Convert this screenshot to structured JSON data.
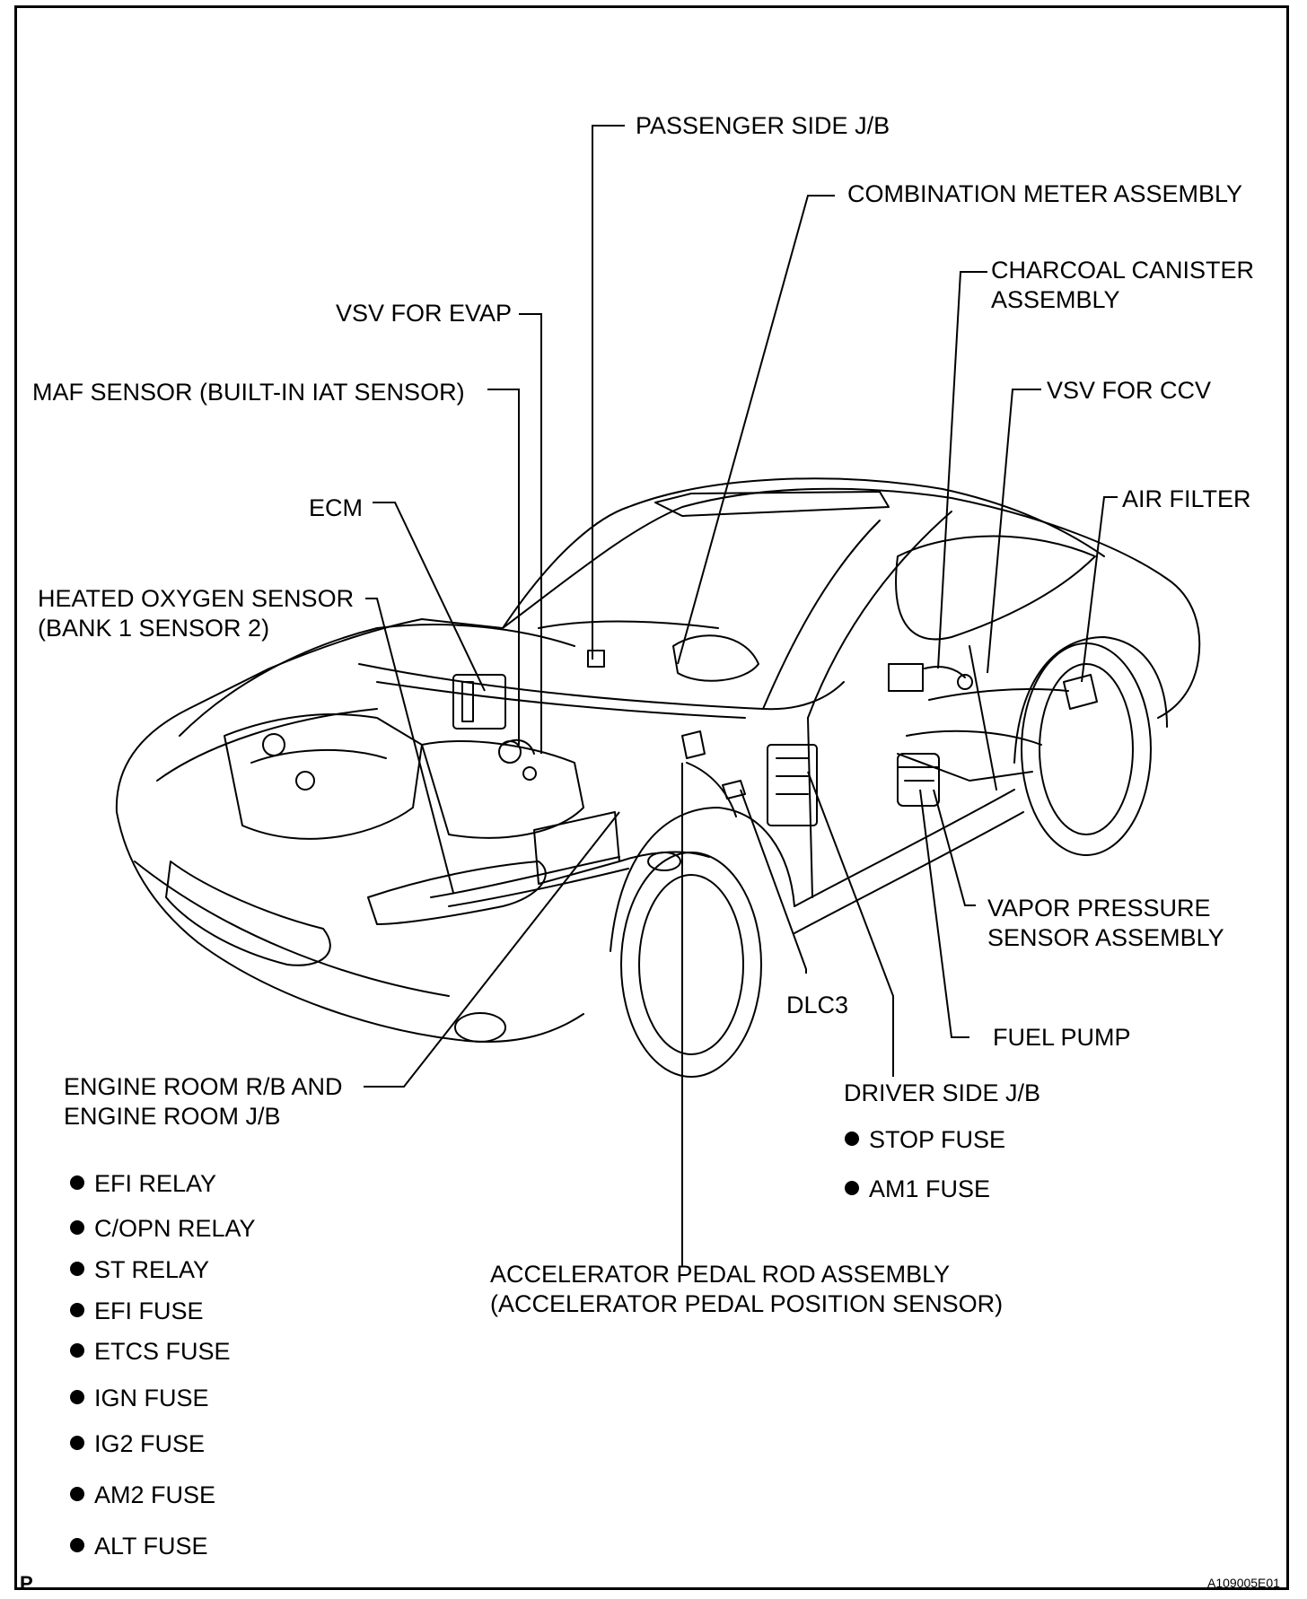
{
  "labels": {
    "passenger_jb": "PASSENGER SIDE J/B",
    "combination_meter": "COMBINATION METER ASSEMBLY",
    "charcoal_canister": [
      "CHARCOAL CANISTER",
      "ASSEMBLY"
    ],
    "vsv_evap": "VSV FOR EVAP",
    "maf_sensor": "MAF SENSOR (BUILT-IN IAT SENSOR)",
    "vsv_ccv": "VSV FOR  CCV",
    "air_filter": "AIR FILTER",
    "ecm": "ECM",
    "heated_oxygen": [
      "HEATED OXYGEN SENSOR",
      "(BANK 1 SENSOR 2)"
    ],
    "vapor_pressure": [
      "VAPOR PRESSURE",
      "SENSOR ASSEMBLY"
    ],
    "dlc3": "DLC3",
    "fuel_pump": "FUEL PUMP",
    "engine_room": [
      "ENGINE ROOM R/B AND",
      "ENGINE ROOM J/B"
    ],
    "driver_jb": "DRIVER SIDE J/B",
    "accelerator": [
      "ACCELERATOR PEDAL ROD ASSEMBLY",
      "(ACCELERATOR PEDAL POSITION SENSOR)"
    ]
  },
  "engine_room_items": [
    "EFI RELAY",
    "C/OPN RELAY",
    "ST RELAY",
    "EFI FUSE",
    "ETCS FUSE",
    "IGN FUSE",
    "IG2 FUSE",
    "AM2 FUSE",
    "ALT FUSE"
  ],
  "driver_side_items": [
    "STOP FUSE",
    "AM1 FUSE"
  ],
  "corner_mark": "P",
  "figure_code": "A109005E01"
}
